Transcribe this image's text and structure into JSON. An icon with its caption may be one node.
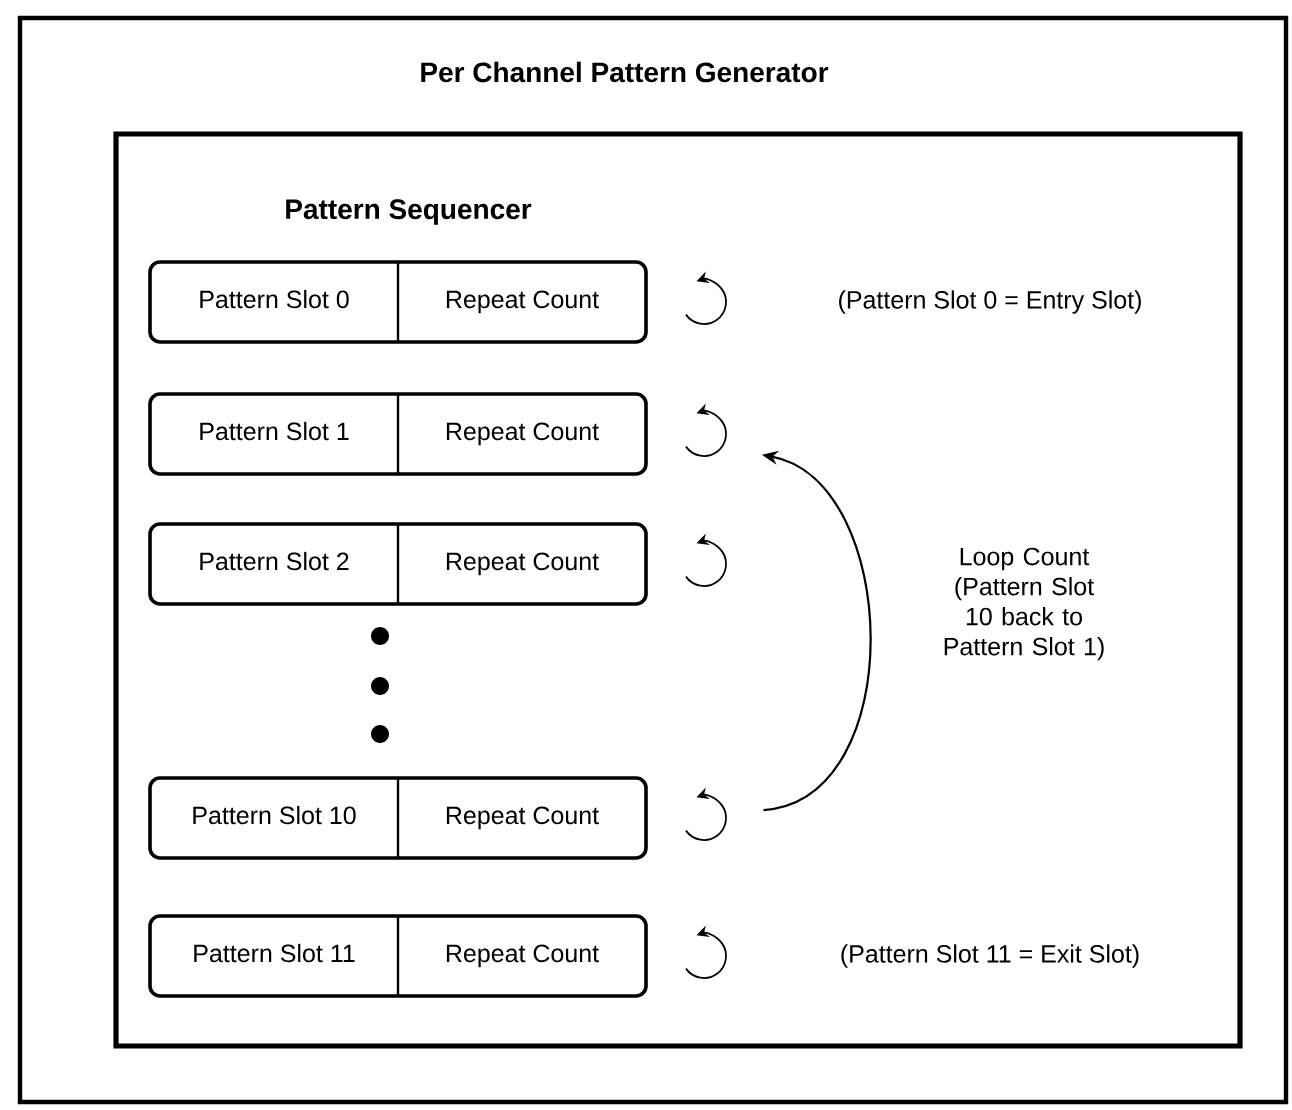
{
  "diagram": {
    "nodes": [
      {
        "text": [
          "Per Channel Pattern Generator"
        ]
      },
      {
        "text": [
          "Pattern Sequencer"
        ],
        "in": 0
      },
      {
        "text": [
          "Pattern Slot 0",
          "Repeat Count"
        ],
        "in": 1
      },
      {
        "text": [
          "Pattern Slot 1",
          "Repeat Count"
        ],
        "in": 1
      },
      {
        "text": [
          "Pattern Slot 2",
          "Repeat Count"
        ],
        "in": 1
      },
      {
        "text": [
          "Pattern Slot 10",
          "Repeat Count"
        ],
        "in": 1
      },
      {
        "text": [
          "Pattern Slot 11",
          "Repeat Count"
        ],
        "in": 1
      }
    ],
    "labels": [
      "(Pattern Slot 0 = Entry Slot)",
      "(Pattern Slot 11 = Exit Slot)"
    ],
    "edges": [
      {
        "from": 5,
        "to": 3,
        "arrow": "to",
        "label": "Loop Count (Pattern Slot 10 back to Pattern Slot 1)"
      }
    ]
  }
}
